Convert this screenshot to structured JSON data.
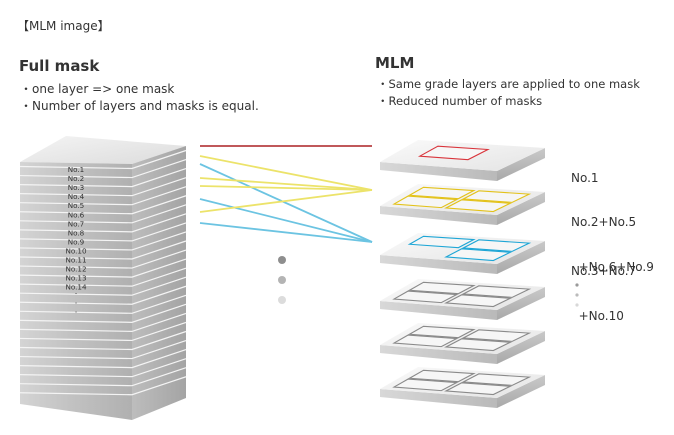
{
  "caption": "【MLM image】",
  "full_mask": {
    "title": "Full mask",
    "bullets": [
      "・one layer => one mask",
      "・Number of layers and masks is equal."
    ],
    "layer_labels": [
      "No.1",
      "No.2",
      "No.3",
      "No.4",
      "No.5",
      "No.6",
      "No.7",
      "No.8",
      "No.9",
      "No.10",
      "No.11",
      "No.12",
      "No.13",
      "No.14"
    ],
    "ellipsis": [
      "·",
      "·",
      "·"
    ]
  },
  "mlm": {
    "title": "MLM",
    "bullets": [
      "・Same grade layers are applied to one mask",
      "・Reduced number of masks"
    ],
    "masks": [
      {
        "label_line1": "No.1",
        "label_line2": "",
        "color": "#d9343b",
        "pattern": "single"
      },
      {
        "label_line1": "No.2+No.5",
        "label_line2": "  +No.6+No.9",
        "color": "#e3c21a",
        "pattern": "quad"
      },
      {
        "label_line1": "No.3+No.7",
        "label_line2": "  +No.10",
        "color": "#1ea6d6",
        "pattern": "triple"
      },
      {
        "label_line1": "",
        "label_line2": "",
        "color": "#8a8a8a",
        "pattern": "quad"
      },
      {
        "label_line1": "",
        "label_line2": "",
        "color": "#8a8a8a",
        "pattern": "quad"
      },
      {
        "label_line1": "",
        "label_line2": "",
        "color": "#8a8a8a",
        "pattern": "quad"
      }
    ]
  },
  "connections": [
    {
      "from_layer": "No.1",
      "to_mask": "No.1",
      "color": "#c0585a"
    },
    {
      "from_layer": "No.2",
      "to_mask": "No.2+No.5+No.6+No.9",
      "color": "#ece36a"
    },
    {
      "from_layer": "No.3",
      "to_mask": "No.3+No.7+No.10",
      "color": "#6cc4e2"
    },
    {
      "from_layer": "No.5",
      "to_mask": "No.2+No.5+No.6+No.9",
      "color": "#ece36a"
    },
    {
      "from_layer": "No.6",
      "to_mask": "No.2+No.5+No.6+No.9",
      "color": "#ece36a"
    },
    {
      "from_layer": "No.7",
      "to_mask": "No.3+No.7+No.10",
      "color": "#6cc4e2"
    },
    {
      "from_layer": "No.9",
      "to_mask": "No.2+No.5+No.6+No.9",
      "color": "#ece36a"
    },
    {
      "from_layer": "No.10",
      "to_mask": "No.3+No.7+No.10",
      "color": "#6cc4e2"
    }
  ],
  "colors": {
    "red": "#d9343b",
    "yellow": "#e3c21a",
    "blue": "#1ea6d6",
    "gray_outline": "#8a8a8a",
    "text": "#333333"
  }
}
